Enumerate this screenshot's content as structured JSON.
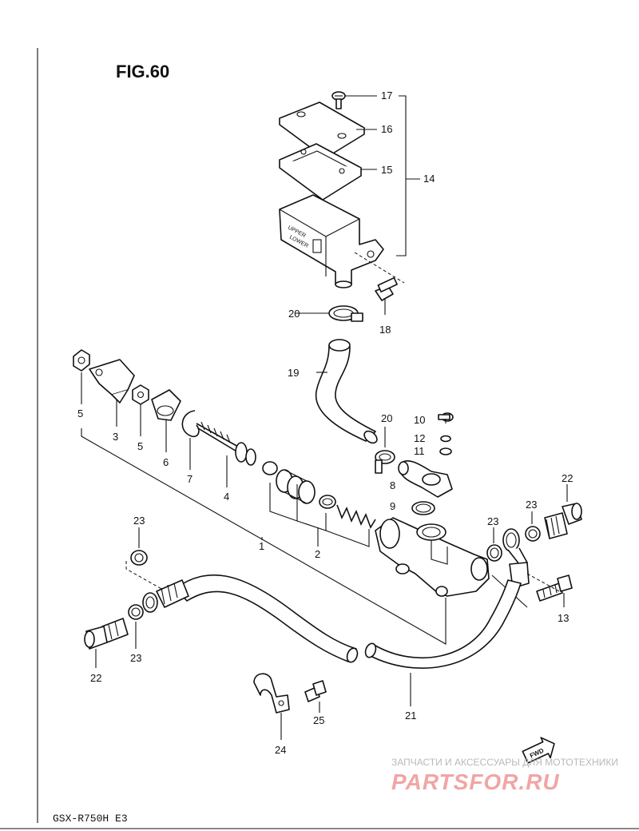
{
  "figure": {
    "title": "FIG.60",
    "model_code": "GSX-R750H E3",
    "casting_mark_upper": "UPPER",
    "casting_mark_lower": "LOWER",
    "fwd_mark": "FWD"
  },
  "callouts": {
    "c1": "1",
    "c2": "2",
    "c3": "3",
    "c4": "4",
    "c5a": "5",
    "c5b": "5",
    "c6": "6",
    "c7": "7",
    "c8": "8",
    "c9": "9",
    "c10": "10",
    "c11": "11",
    "c12": "12",
    "c13": "13",
    "c14": "14",
    "c15": "15",
    "c16": "16",
    "c17": "17",
    "c18": "18",
    "c19": "19",
    "c20a": "20",
    "c20b": "20",
    "c21": "21",
    "c22a": "22",
    "c22b": "22",
    "c23a": "23",
    "c23b": "23",
    "c23c": "23",
    "c23d": "23",
    "c24": "24",
    "c25": "25"
  },
  "watermark": {
    "line1": "ЗАПЧАСТИ И АКСЕССУАРЫ ДЛЯ МОТОТЕХНИКИ",
    "line2": "PARTSFOR.RU"
  }
}
